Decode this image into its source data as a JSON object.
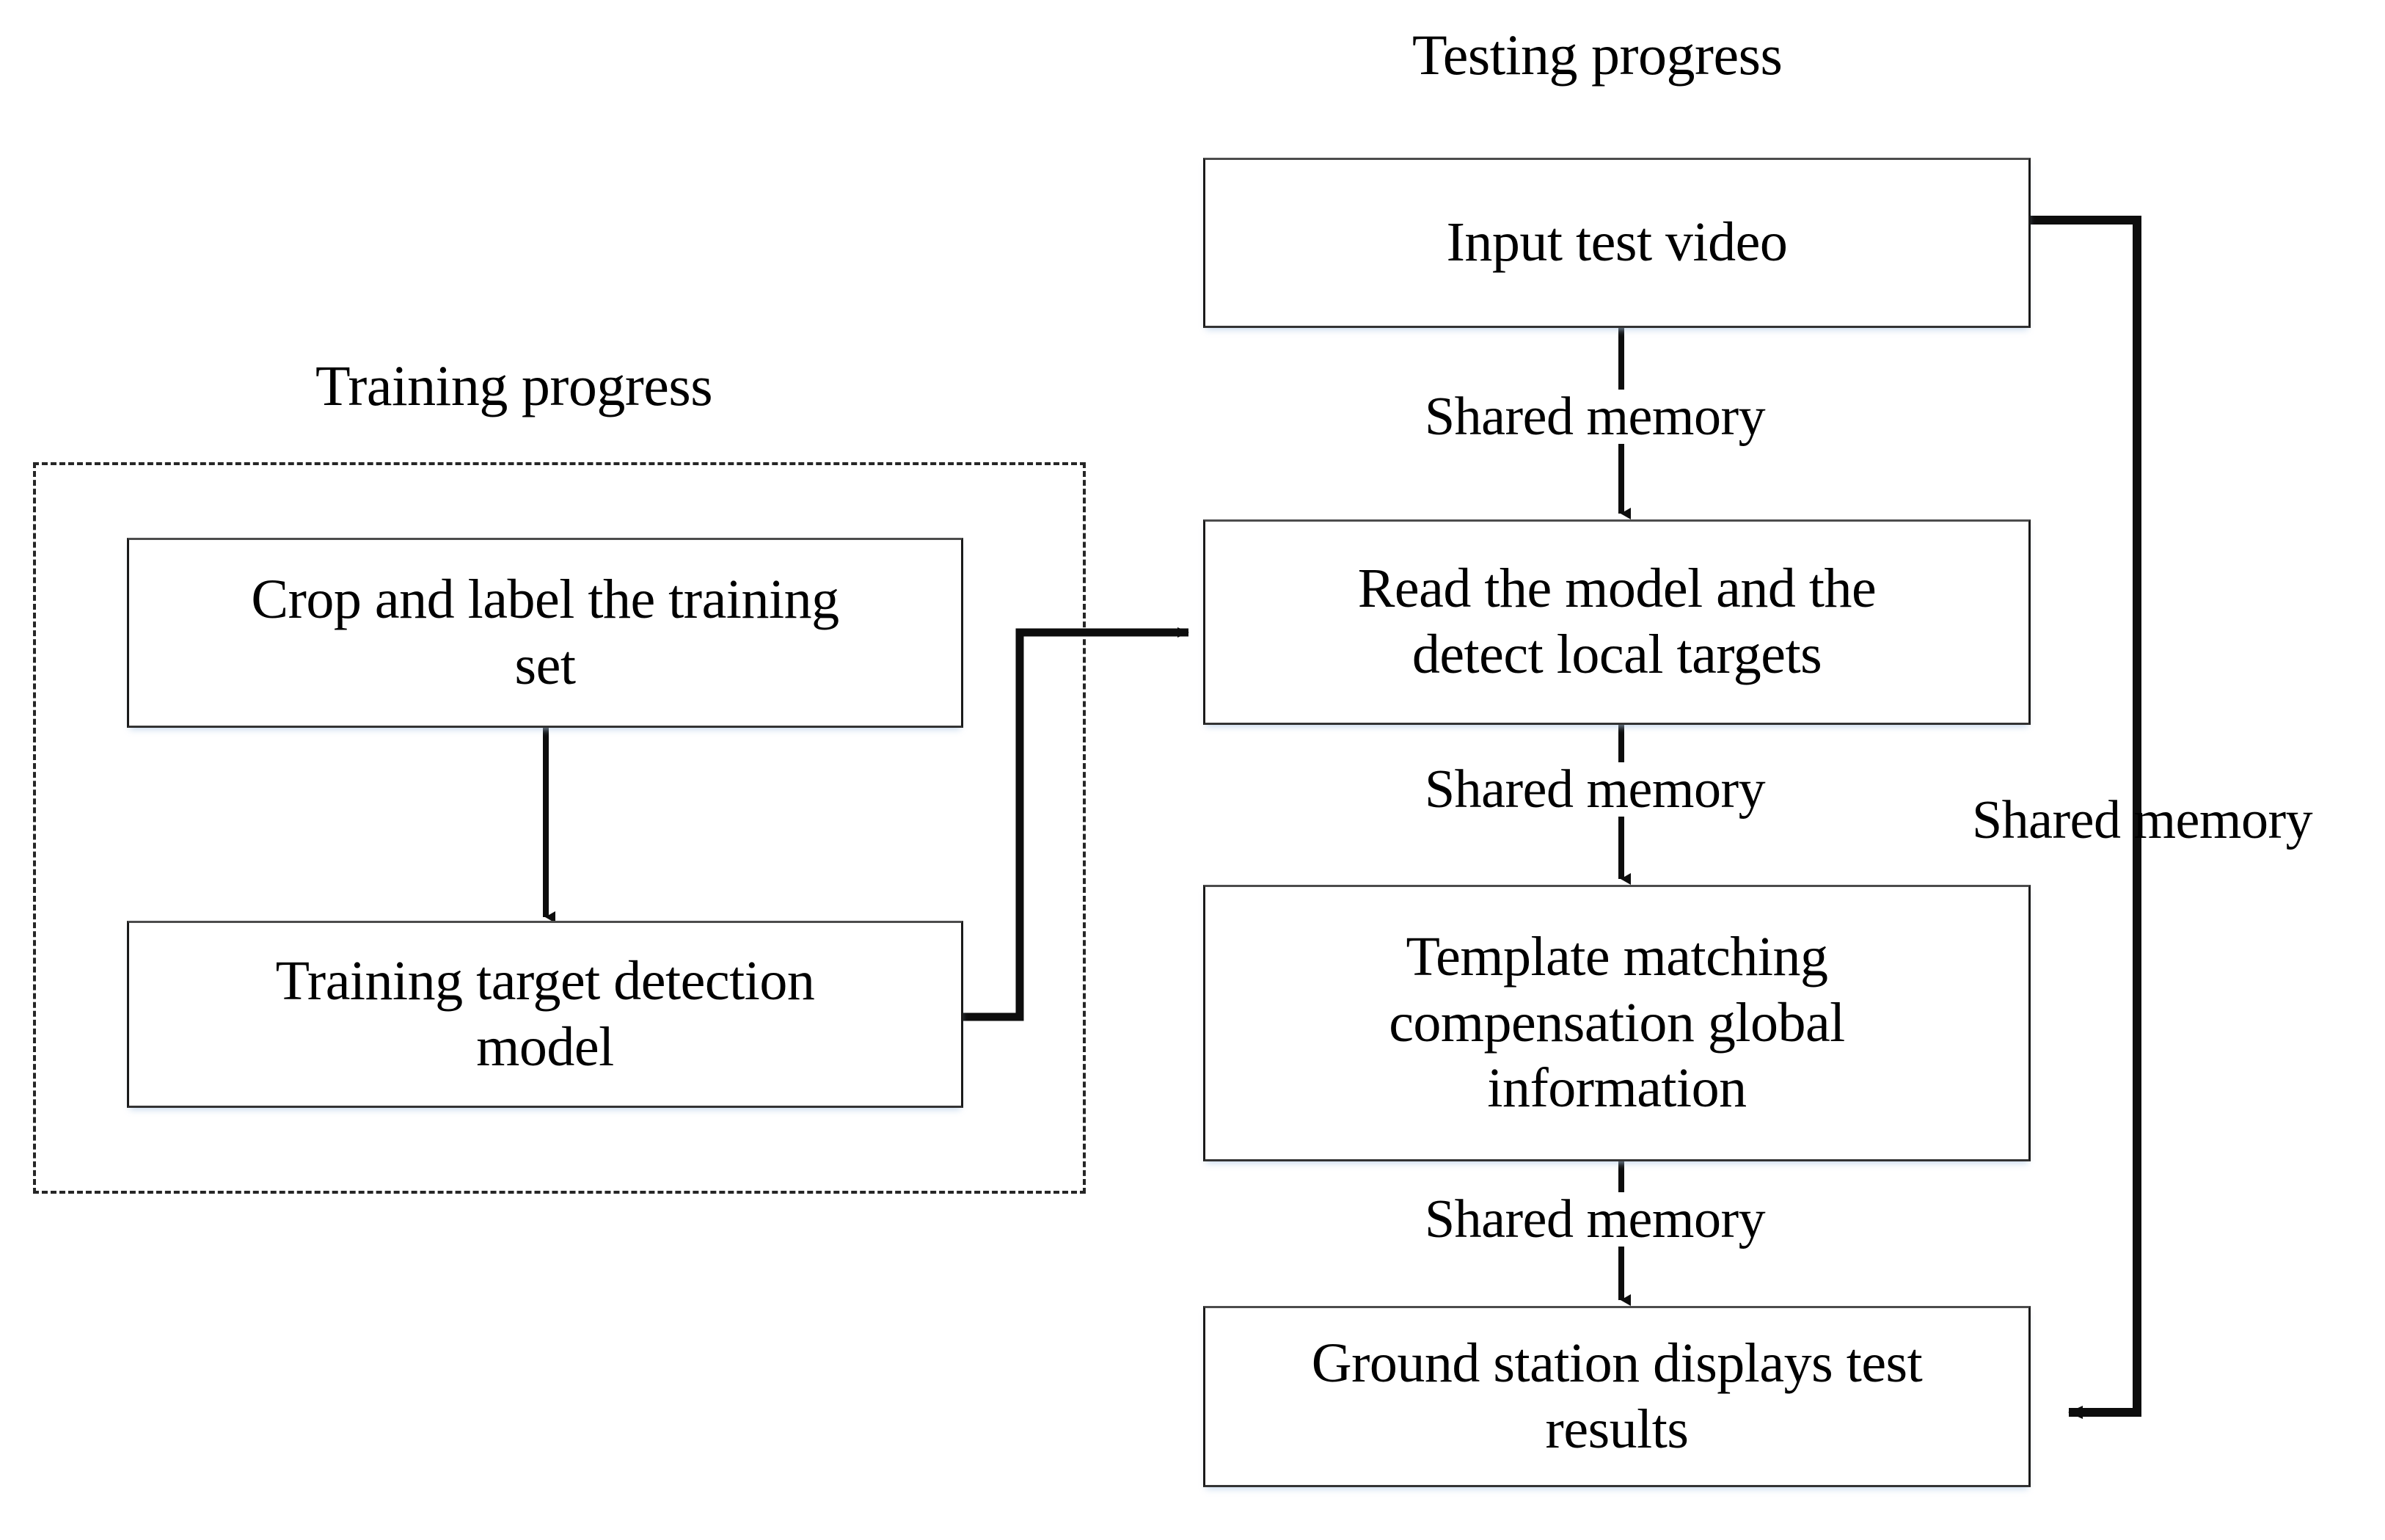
{
  "figure": {
    "type": "flowchart",
    "title_left": "Training progress",
    "title_right": "Testing progress"
  },
  "captions": {
    "training_progress": "Training progress",
    "testing_progress": "Testing progress"
  },
  "groups": [
    {
      "id": "training-group",
      "label": "Training progress",
      "style": "dashed"
    }
  ],
  "nodes": {
    "crop_label": "Crop and label the training\nset",
    "train_model": "Training target detection\nmodel",
    "input_video": "Input test video",
    "read_model": "Read the model and the\ndetect local targets",
    "template_match": "Template matching\ncompensation global\ninformation",
    "ground_station": "Ground station displays test\nresults"
  },
  "edge_labels": {
    "shared_memory_1": "Shared memory",
    "shared_memory_2": "Shared memory",
    "shared_memory_3": "Shared memory",
    "shared_memory_right": "Shared memory"
  },
  "colors": {
    "stroke": "#1a1a1a",
    "box_border": "#1a1a1a",
    "background": "#ffffff",
    "text": "#000000",
    "shadow": "#b0cae6"
  }
}
